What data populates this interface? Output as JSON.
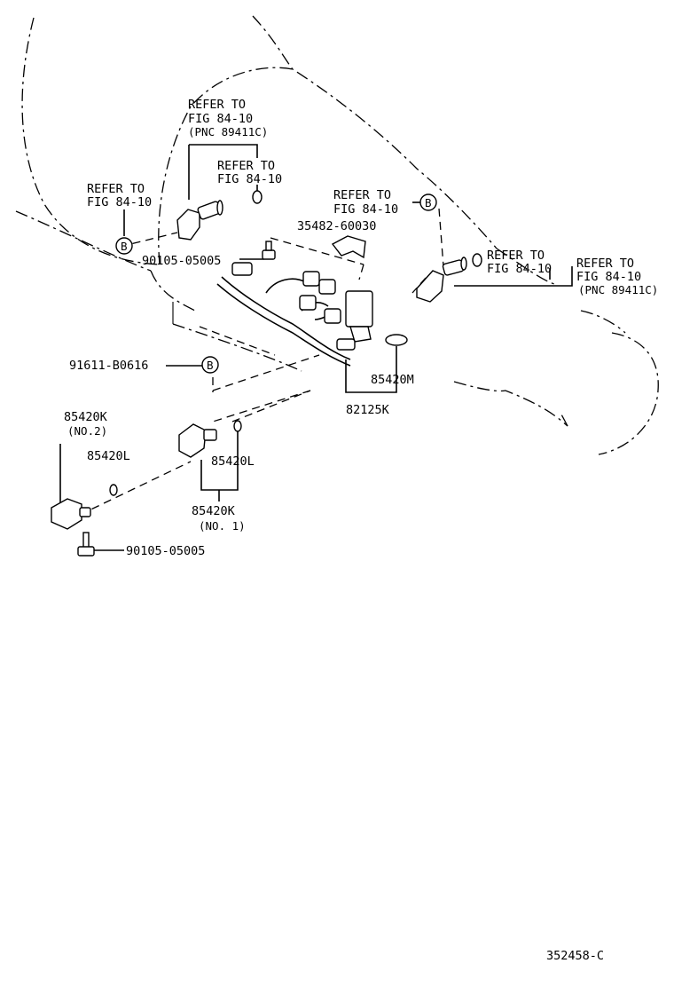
{
  "diagram": {
    "labels": {
      "refer_top_1": "REFER TO",
      "refer_top_2": "FIG 84-10",
      "refer_top_3": "(PNC 89411C)",
      "refer_mid_1": "REFER TO",
      "refer_mid_2": "FIG 84-10",
      "refer_left_1": "REFER TO",
      "refer_left_2": "FIG 84-10",
      "refer_center_1": "REFER TO",
      "refer_center_2": "FIG 84-10",
      "refer_right_1": "REFER TO",
      "refer_right_2": "FIG 84-10",
      "refer_far_1": "REFER TO",
      "refer_far_2": "FIG 84-10",
      "refer_far_3": "(PNC 89411C)",
      "bolt_upper": "90105-05005",
      "clip": "35482-60030",
      "bolt_91611": "91611-B0616",
      "oring_m": "85420M",
      "harness": "82125K",
      "sensor_no2_part": "85420K",
      "sensor_no2_sub": "(NO.2)",
      "oring_l_left": "85420L",
      "oring_l_right": "85420L",
      "sensor_no1_part": "85420K",
      "sensor_no1_sub": "(NO. 1)",
      "bolt_lower": "90105-05005",
      "marker_b": "B",
      "figure_number": "352458-C"
    }
  }
}
